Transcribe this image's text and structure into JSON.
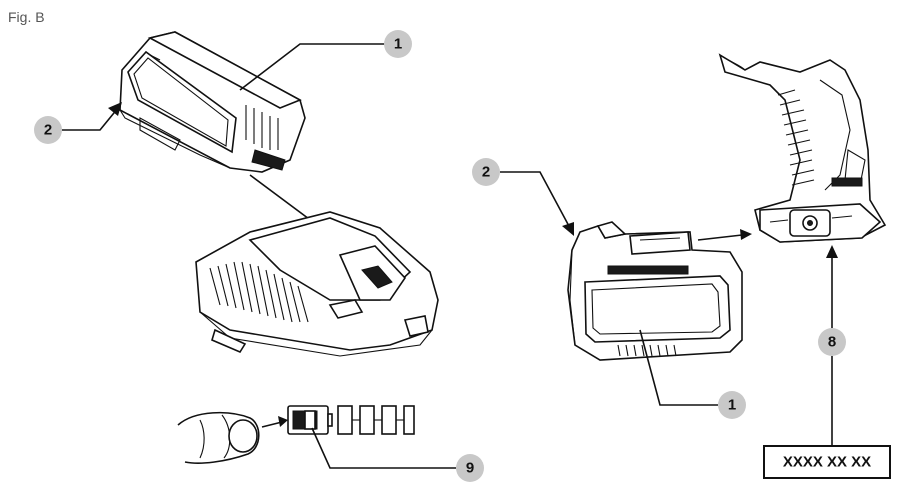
{
  "figure_label": "Fig. B",
  "callouts": {
    "c1_top": "1",
    "c2_left": "2",
    "c9": "9",
    "c2_right": "2",
    "c1_right": "1",
    "c8": "8"
  },
  "serial_label": "XXXX XX XX",
  "colors": {
    "callout_fill": "#c8c8c8",
    "line": "#111111"
  }
}
